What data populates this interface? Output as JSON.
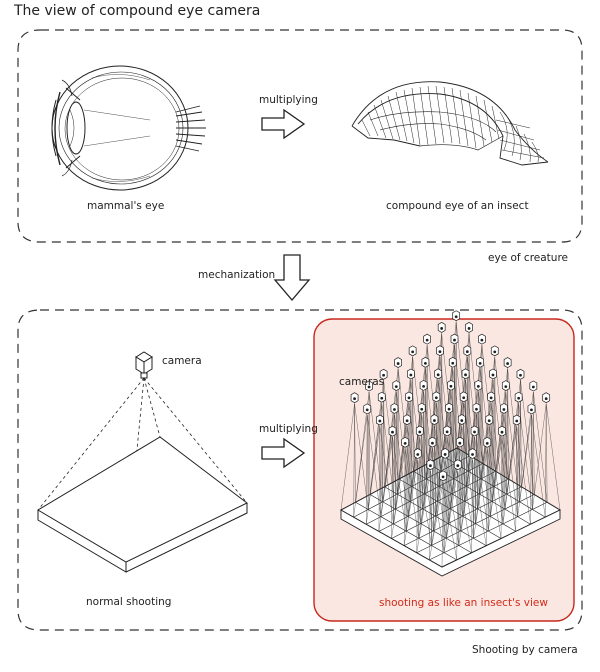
{
  "title": "The view of compound eye camera",
  "top_panel": {
    "left_caption": "mammal's eye",
    "arrow_label": "multiplying",
    "right_caption": "compound eye of an insect",
    "group_label": "eye of creature"
  },
  "middle": {
    "arrow_label": "mechanization"
  },
  "bottom_panel": {
    "camera_label": "camera",
    "left_caption": "normal shooting",
    "arrow_label": "multiplying",
    "cameras_label": "cameras",
    "right_caption": "shooting as like an insect's view",
    "group_label": "Shooting by camera"
  },
  "colors": {
    "line": "#222222",
    "dash": "#333333",
    "highlight_border": "#c8281c",
    "highlight_fill": "#fbe7e1",
    "highlight_text": "#d12a1a"
  },
  "icons": [
    "mammal-eye-illustration",
    "insect-compound-eye-illustration",
    "camera-icon",
    "camera-grid-illustration",
    "outline-arrow-right",
    "outline-arrow-down"
  ]
}
